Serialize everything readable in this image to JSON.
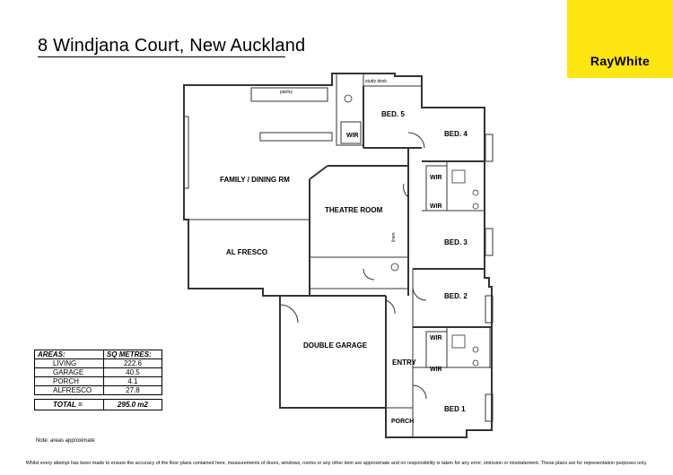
{
  "title": "8 Windjana Court, New Auckland",
  "brand": {
    "name": "RayWhite",
    "color": "#FFE512"
  },
  "rooms": {
    "bed5": "BED. 5",
    "bed4": "BED. 4",
    "bed3": "BED. 3",
    "bed2": "BED. 2",
    "bed1": "BED 1",
    "family": "FAMILY / DINING RM",
    "theatre": "THEATRE ROOM",
    "alfresco": "AL FRESCO",
    "garage": "DOUBLE GARAGE",
    "entry": "ENTRY",
    "porch": "PORCH",
    "wir": "WIR",
    "study_desk": "study desk",
    "pantry": "pantry",
    "linen": "linen"
  },
  "areas_table": {
    "header_area": "AREAS:",
    "header_sqm": "SQ METRES:",
    "rows": [
      {
        "label": "LIVING",
        "value": "222.6"
      },
      {
        "label": "GARAGE",
        "value": "40.5"
      },
      {
        "label": "PORCH",
        "value": "4.1"
      },
      {
        "label": "ALFRESCO",
        "value": "27.8"
      }
    ],
    "total_label": "TOTAL =",
    "total_value": "295.0 m2"
  },
  "note": "Note: areas approximate",
  "disclaimer": "Whilst every attempt has been made to ensure the accuracy of the floor plans contained here, measurements of doors, windows, rooms or any other item are approximate and no responsibility is taken for any error, omission or misstatement. These plans are for representation purposes only."
}
